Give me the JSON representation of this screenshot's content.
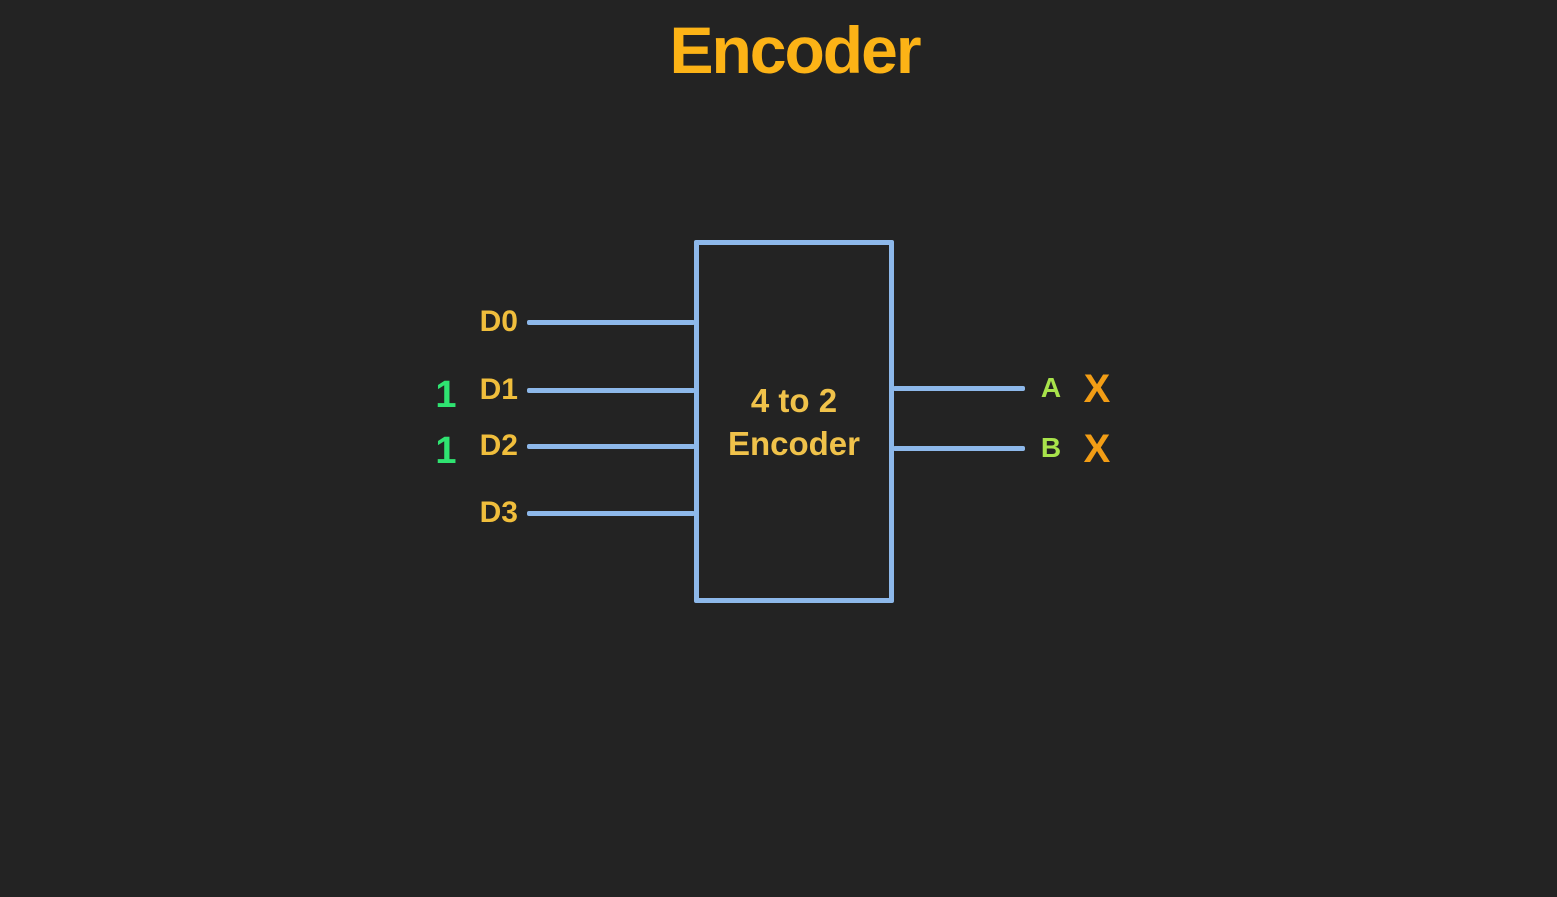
{
  "title": "Encoder",
  "block": {
    "label_line1": "4 to 2",
    "label_line2": "Encoder"
  },
  "inputs": [
    {
      "label": "D0",
      "value": ""
    },
    {
      "label": "D1",
      "value": "1"
    },
    {
      "label": "D2",
      "value": "1"
    },
    {
      "label": "D3",
      "value": ""
    }
  ],
  "outputs": [
    {
      "label": "A",
      "value": "X"
    },
    {
      "label": "B",
      "value": "X"
    }
  ],
  "colors": {
    "background": "#232323",
    "title": "#FCB316",
    "wire": "#8DB8EA",
    "block_border": "#8DB8EA",
    "block_label": "#F0C24A",
    "input_label": "#F0BE3C",
    "input_value_green": "#2FE371",
    "output_label_green": "#A8E34B",
    "output_value_orange": "#F29D15"
  }
}
